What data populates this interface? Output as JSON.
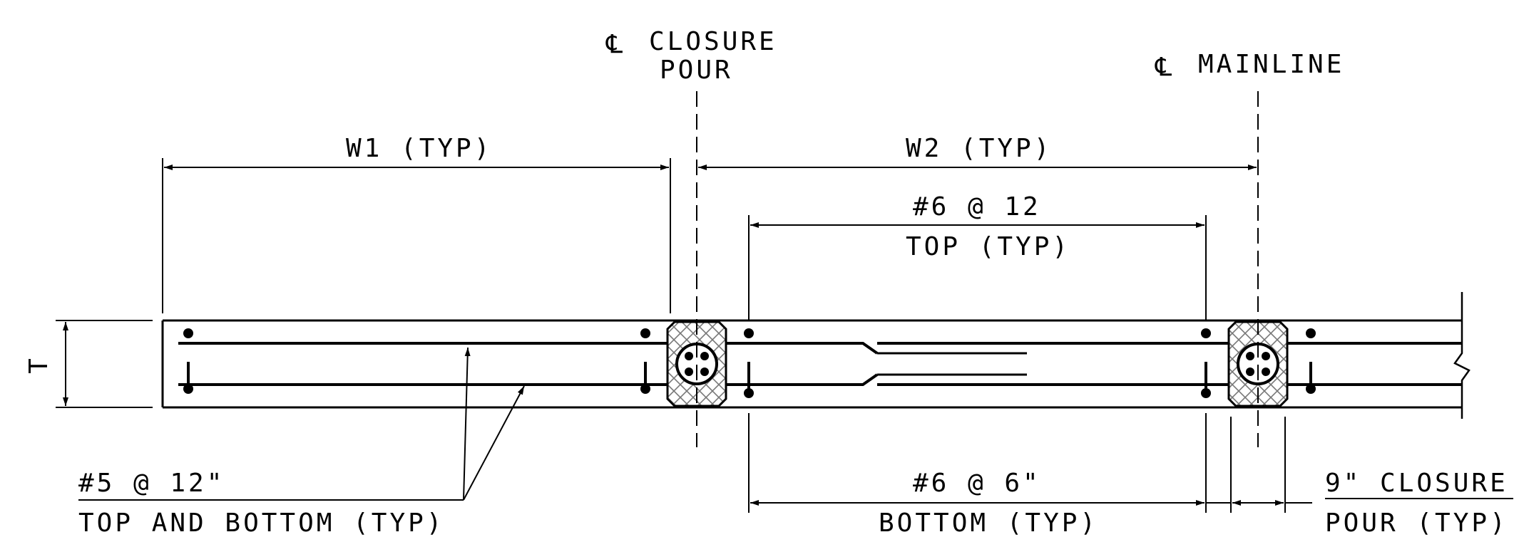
{
  "centerlines": {
    "closure_pour": {
      "symbol": "℄",
      "line1": "CLOSURE",
      "line2": "POUR"
    },
    "mainline": {
      "symbol": "℄",
      "label": "MAINLINE"
    }
  },
  "dimensions": {
    "w1": "W1  (TYP)",
    "w2": "W2  (TYP)",
    "thickness": "T"
  },
  "rebar": {
    "top_spacing": "#6 @ 12",
    "top_note": "TOP (TYP)",
    "bottom_spacing": "#6 @ 6\"",
    "bottom_note": "BOTTOM (TYP)",
    "slab_bars": "#5 @ 12\"",
    "slab_note": "TOP AND BOTTOM (TYP)"
  },
  "closure": {
    "width_label": "9\" CLOSURE",
    "note": "POUR  (TYP)"
  }
}
